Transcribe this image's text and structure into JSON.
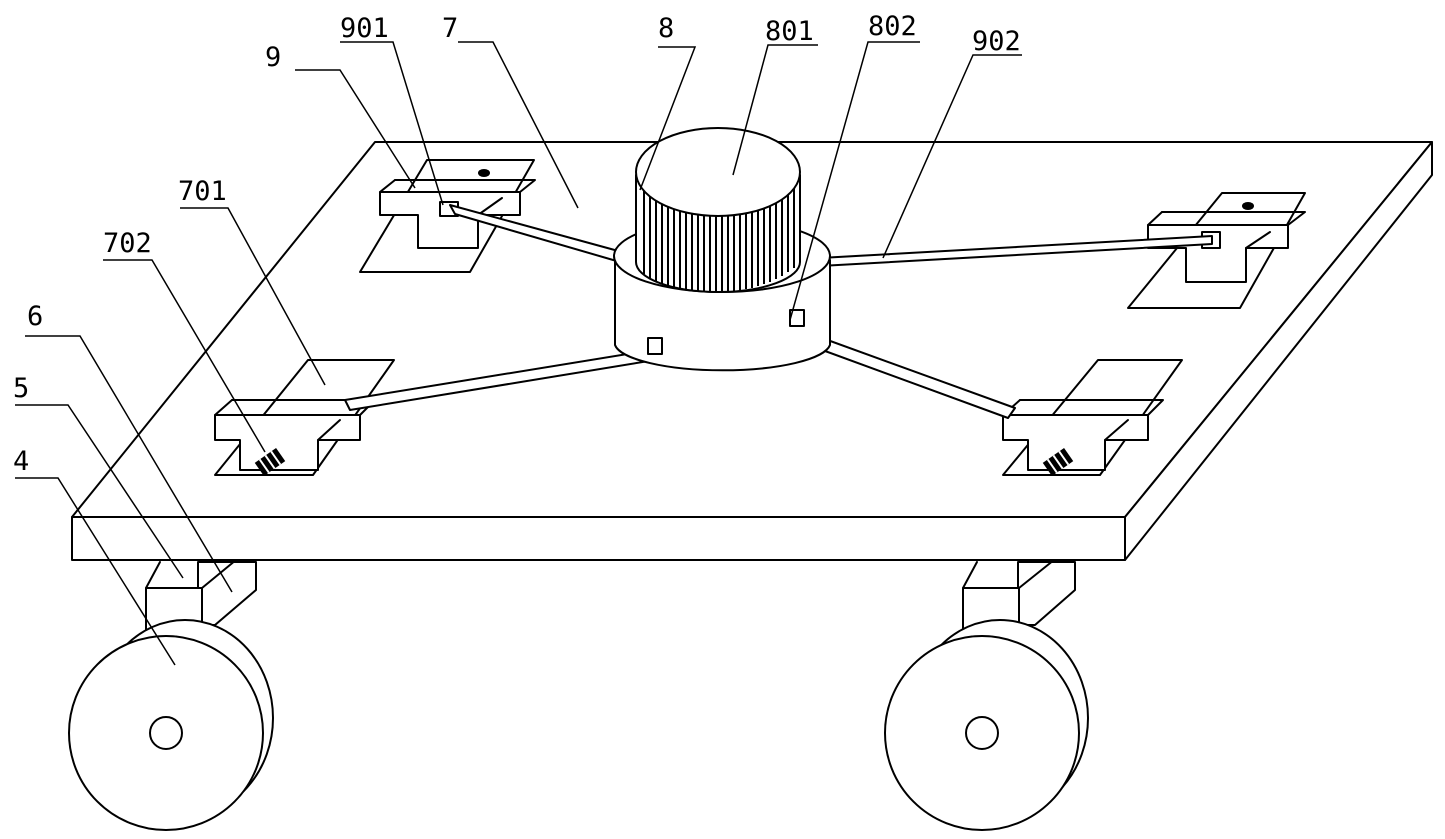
{
  "labels": {
    "l4": "4",
    "l5": "5",
    "l6": "6",
    "l7": "7",
    "l8": "8",
    "l9": "9",
    "l701": "701",
    "l702": "702",
    "l801": "801",
    "l802": "802",
    "l901": "901",
    "l902": "902"
  }
}
